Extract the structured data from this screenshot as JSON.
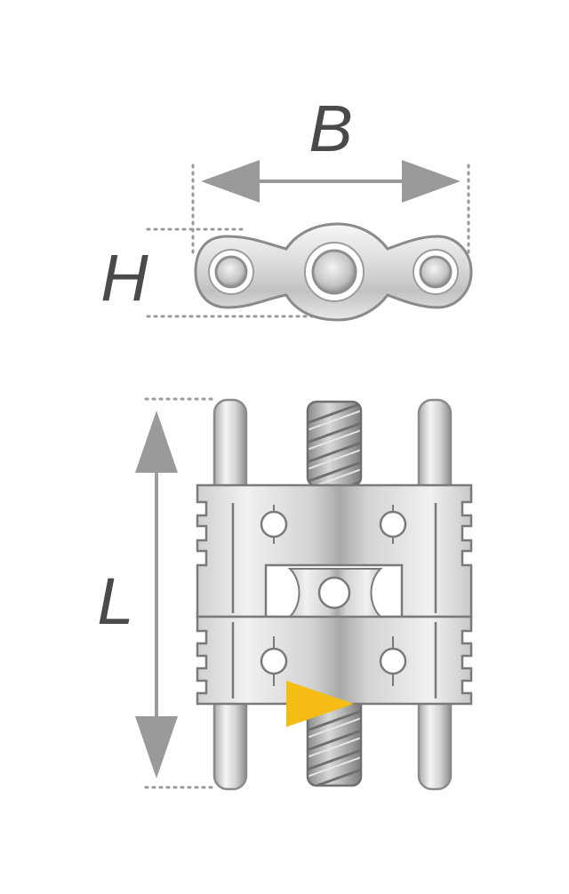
{
  "dimensions": {
    "width_label": "B",
    "height_label": "H",
    "length_label": "L"
  },
  "colors": {
    "dimension_gray": "#9a9a9a",
    "label_gray": "#4a4a4a",
    "metal_light": "#f2f2f2",
    "metal_mid": "#cfcfcf",
    "metal_dark": "#8e8e8e",
    "outline": "#7a7a7a",
    "marker_yellow": "#f5bd14"
  },
  "icons": {
    "top_view": "screw-plate-top-view",
    "front_view": "expansion-screw-front-view",
    "marker": "triangle-direction-marker"
  }
}
